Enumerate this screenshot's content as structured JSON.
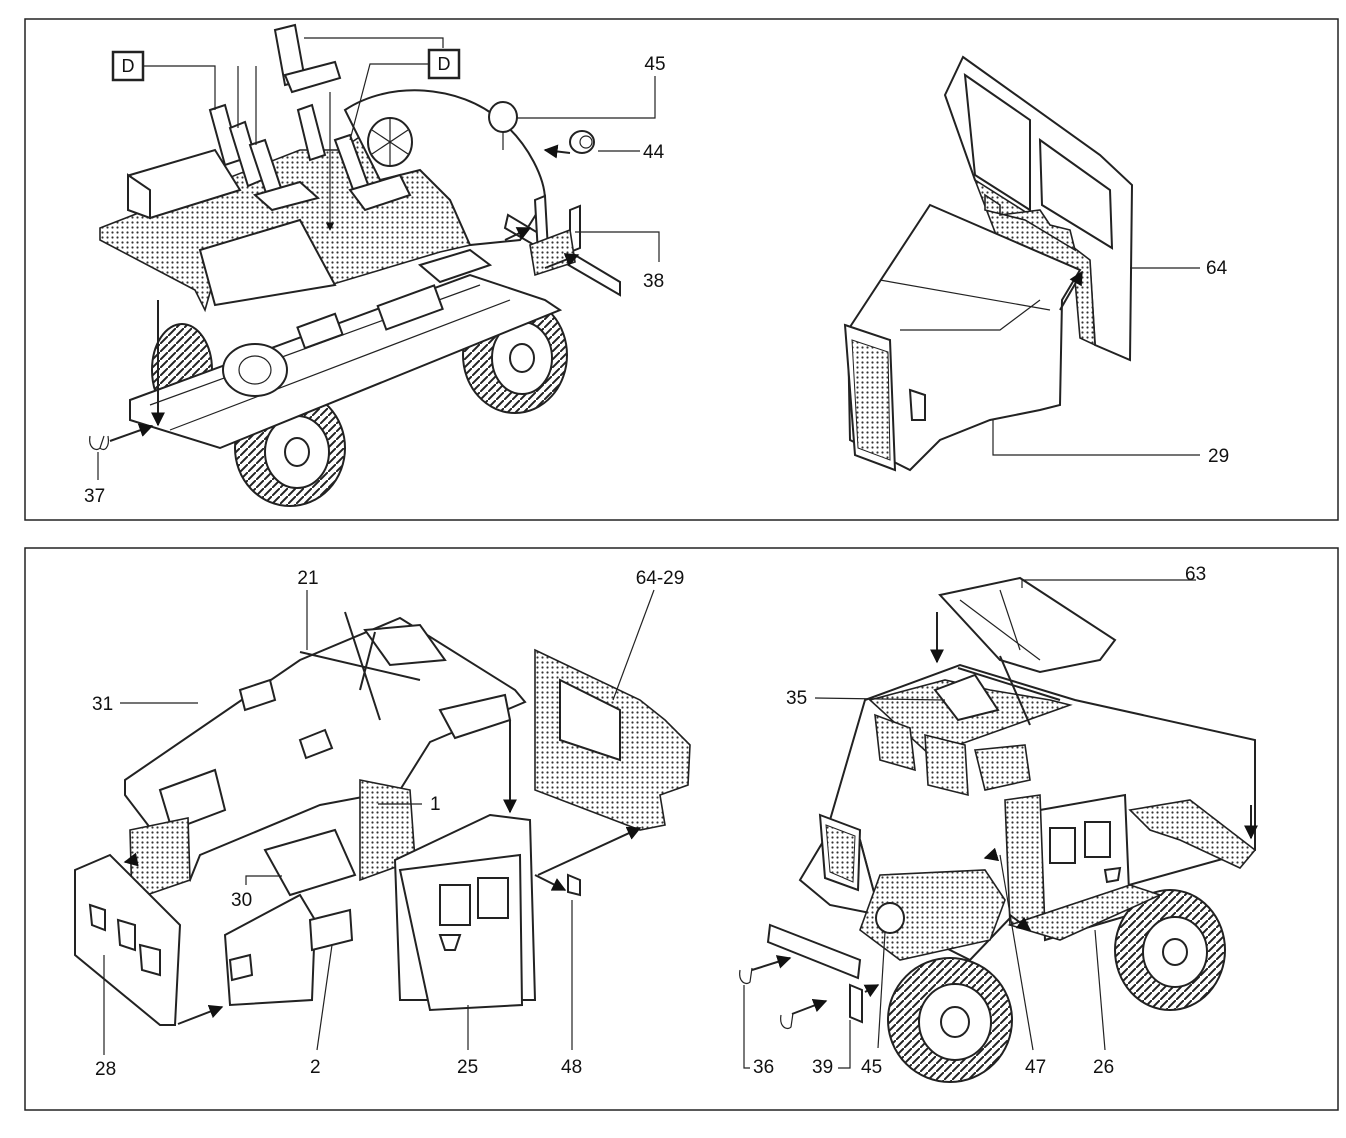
{
  "panels": [
    {
      "id": "chassis-seats",
      "labels": [
        "D",
        "D",
        "45",
        "44",
        "38",
        "37"
      ]
    },
    {
      "id": "cab-front",
      "labels": [
        "64",
        "29"
      ]
    },
    {
      "id": "body-exploded",
      "labels": [
        "21",
        "64-29",
        "31",
        "1",
        "30",
        "28",
        "2",
        "25",
        "48"
      ]
    },
    {
      "id": "completed-vehicle",
      "labels": [
        "63",
        "35",
        "36",
        "39",
        "45",
        "47",
        "26"
      ]
    }
  ]
}
